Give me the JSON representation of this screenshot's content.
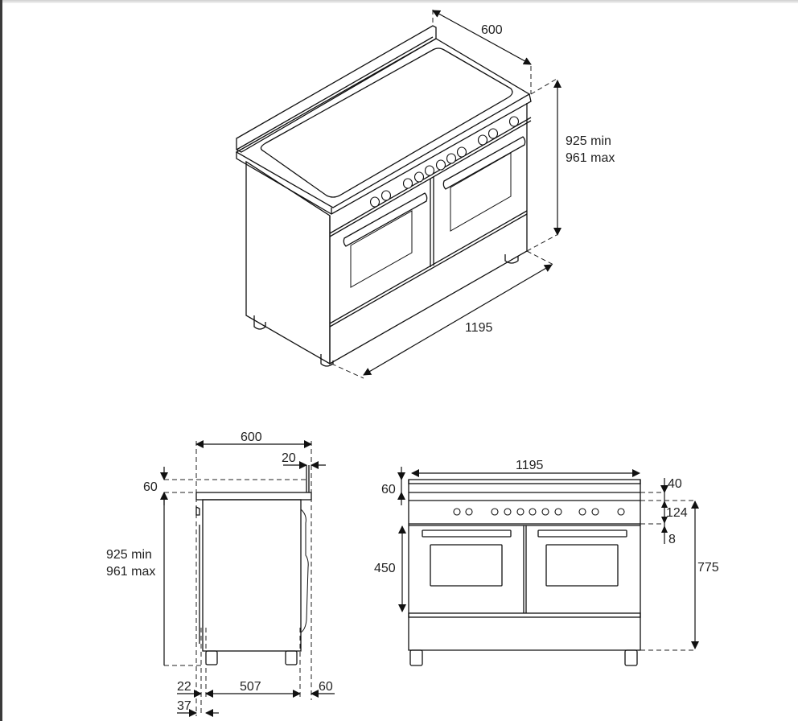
{
  "diagram": {
    "subject": "Freestanding range cooker dimension drawing",
    "views": [
      "isometric",
      "side-elevation",
      "front-elevation"
    ],
    "units": "mm"
  },
  "isometric": {
    "depth": "600",
    "height_min": "925 min",
    "height_max": "961 max",
    "width": "1195"
  },
  "side_view": {
    "depth": "600",
    "backguard_thickness": "20",
    "backguard_height": "60",
    "height_min": "925 min",
    "height_max": "961 max",
    "front_offset_a": "22",
    "body_depth": "507",
    "rear_offset": "60",
    "front_offset_b": "37"
  },
  "front_view": {
    "width": "1195",
    "backguard_height": "60",
    "top_dim": "40",
    "panel_dim": "124",
    "gap_dim": "8",
    "oven_height": "450",
    "worktop_height": "775",
    "knob_groups": [
      2,
      6,
      2,
      1
    ]
  },
  "colors": {
    "line": "#111111",
    "text": "#222222",
    "background": "#ffffff"
  }
}
